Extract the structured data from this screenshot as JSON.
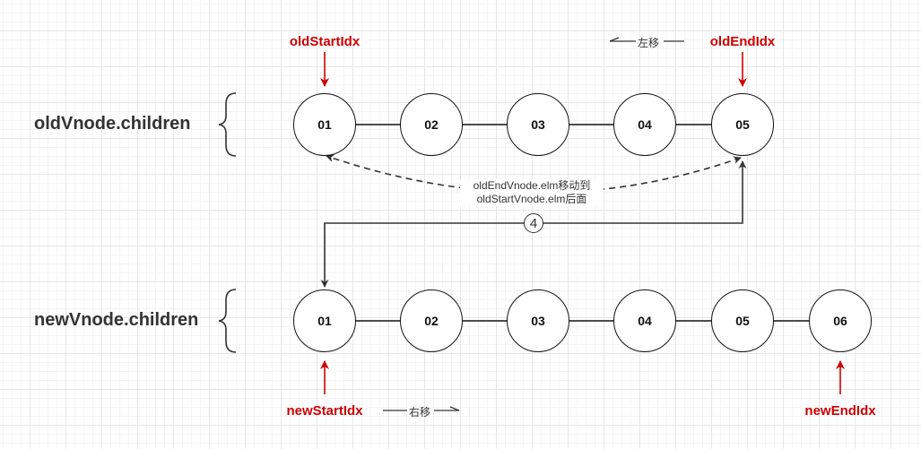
{
  "rows": {
    "old": {
      "label": "oldVnode.children",
      "nodes": [
        "01",
        "02",
        "03",
        "04",
        "05"
      ]
    },
    "new": {
      "label": "newVnode.children",
      "nodes": [
        "01",
        "02",
        "03",
        "04",
        "05",
        "06"
      ]
    }
  },
  "pointers": {
    "old_start": "oldStartIdx",
    "old_end": "oldEndIdx",
    "new_start": "newStartIdx",
    "new_end": "newEndIdx"
  },
  "moves": {
    "left": "左移",
    "right": "右移"
  },
  "caption": {
    "line1": "oldEndVnode.elm移动到",
    "line2": "oldStartVnode.elm后面"
  },
  "step": "4",
  "colors": {
    "pointer": "#cc0000",
    "node_border": "#111111",
    "text": "#333333"
  }
}
